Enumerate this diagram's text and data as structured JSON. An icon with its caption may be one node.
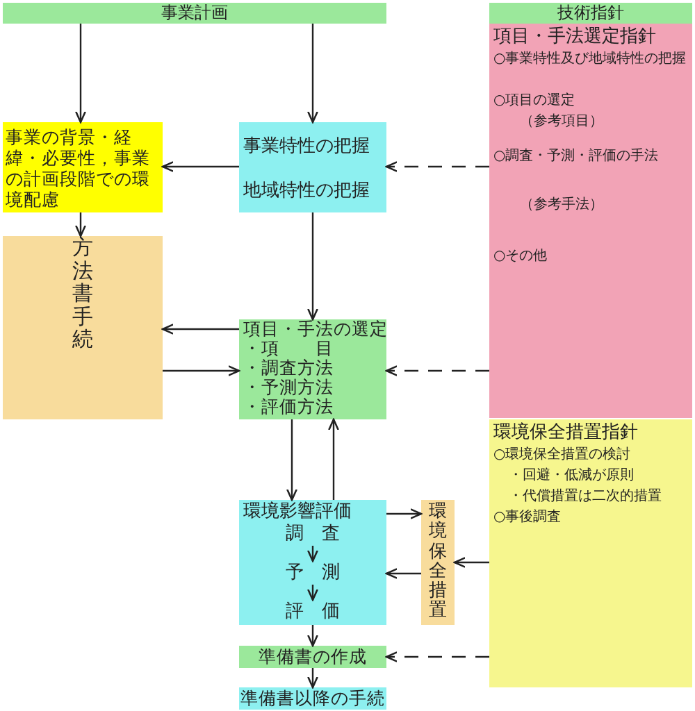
{
  "diagram": {
    "nodes": [
      {
        "text": [
          "事業計画"
        ]
      },
      {
        "text": [
          "技術指針"
        ]
      },
      {
        "text": [
          "項目・手法選定指針",
          "○事業特性及び地域特性の把握",
          "○項目の選定",
          "（参考項目）",
          "○調査・予測・評価の手法",
          "（参考手法）",
          "○その他"
        ]
      },
      {
        "text": [
          "事業の背景・経緯・必要性，事業の計画段階での環境配慮"
        ]
      },
      {
        "text": [
          "方法書手続"
        ]
      },
      {
        "text": [
          "事業特性の把握",
          "地域特性の把握"
        ]
      },
      {
        "text": [
          "項目・手法の選定",
          "・項　　目",
          "・調査方法",
          "・予測方法",
          "・評価方法"
        ]
      },
      {
        "text": [
          "環境保全措置指針",
          "○環境保全措置の検討",
          "・回避・低減が原則",
          "・代償措置は二次的措置",
          "○事後調査"
        ]
      },
      {
        "text": [
          "環境影響評価"
        ]
      },
      {
        "text": [
          "調　査"
        ],
        "in": 8
      },
      {
        "text": [
          "予　測"
        ],
        "in": 8
      },
      {
        "text": [
          "評　価"
        ],
        "in": 8
      },
      {
        "text": [
          "環境保全措置"
        ]
      },
      {
        "text": [
          "準備書の作成"
        ]
      },
      {
        "text": [
          "準備書以降の手続"
        ]
      }
    ],
    "edges": [
      {
        "from": 0,
        "to": 3,
        "arrow": "to"
      },
      {
        "from": 0,
        "to": 5,
        "arrow": "to"
      },
      {
        "from": 5,
        "to": 3,
        "arrow": "to"
      },
      {
        "from": 2,
        "to": 5,
        "arrow": "to",
        "style": "dashed"
      },
      {
        "from": 3,
        "to": 4,
        "arrow": "to"
      },
      {
        "from": 5,
        "to": 6,
        "arrow": "to"
      },
      {
        "from": 6,
        "to": 4,
        "arrow": "to"
      },
      {
        "from": 4,
        "to": 6,
        "arrow": "to"
      },
      {
        "from": 2,
        "to": 6,
        "arrow": "to",
        "style": "dashed"
      },
      {
        "from": 6,
        "to": 8,
        "arrow": "to"
      },
      {
        "from": 8,
        "to": 6,
        "arrow": "to"
      },
      {
        "from": 8,
        "to": 12,
        "arrow": "to"
      },
      {
        "from": 12,
        "to": 8,
        "arrow": "to"
      },
      {
        "from": 7,
        "to": 12,
        "arrow": "to"
      },
      {
        "from": 9,
        "to": 10,
        "arrow": "to"
      },
      {
        "from": 10,
        "to": 11,
        "arrow": "to"
      },
      {
        "from": 8,
        "to": 13,
        "arrow": "to"
      },
      {
        "from": 7,
        "to": 13,
        "arrow": "to",
        "style": "dashed"
      },
      {
        "from": 13,
        "to": 14,
        "arrow": "to"
      }
    ]
  }
}
